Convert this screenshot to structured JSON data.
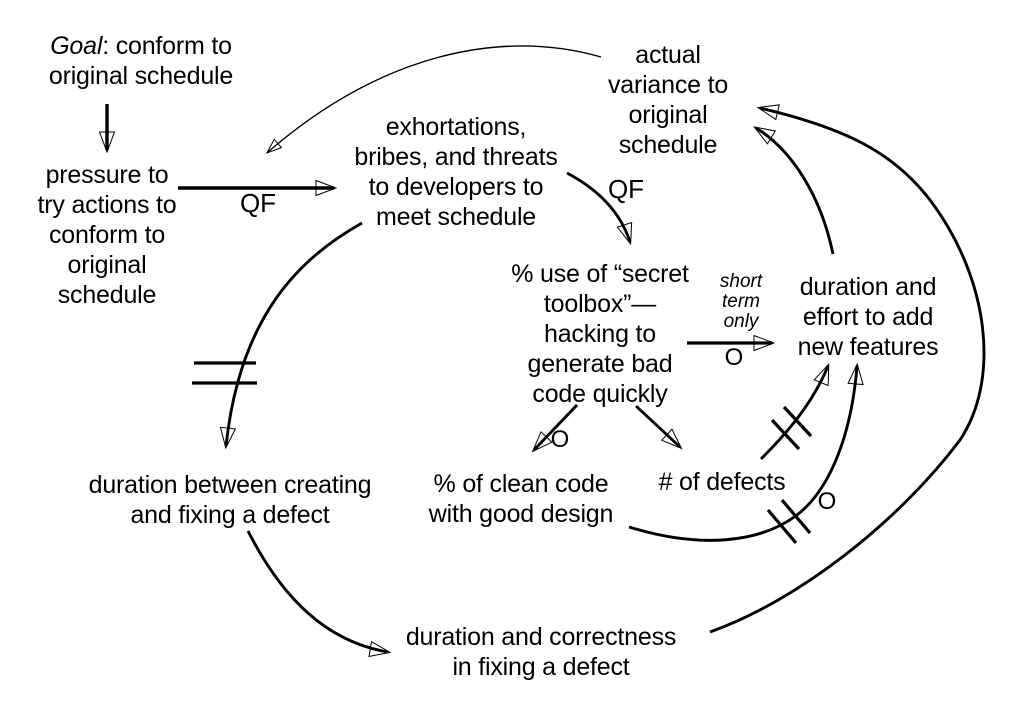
{
  "diagram": {
    "title": "quality-feedback causal loop diagram",
    "ink_color": "#000000",
    "background_color": "#ffffff",
    "nodes": {
      "goal": {
        "prefix": "Goal",
        "rest": ": conform to\noriginal schedule"
      },
      "pressure": {
        "text": "pressure to\ntry actions to\nconform to\noriginal\nschedule"
      },
      "exhortations": {
        "text": "exhortations,\nbribes, and threats\nto developers to\nmeet schedule"
      },
      "actual_variance": {
        "text": "actual\nvariance to\noriginal\nschedule"
      },
      "secret_toolbox": {
        "text": "% use of “secret\ntoolbox”—\nhacking to\ngenerate bad\ncode quickly"
      },
      "duration_effort": {
        "text": "duration and\neffort to add\nnew features"
      },
      "duration_between": {
        "text": "duration between creating\nand fixing a defect"
      },
      "clean_code": {
        "text": "% of clean code\nwith good design"
      },
      "defects": {
        "text": "# of defects"
      },
      "duration_correctness": {
        "text": "duration and correctness\nin fixing a defect"
      }
    },
    "edge_labels": {
      "qf_pressure": "QF",
      "qf_secret": "QF",
      "short_term": "short\nterm\nonly",
      "o_short_term": "O",
      "o_clean_code": "O",
      "o_defect_fix": "O"
    }
  }
}
